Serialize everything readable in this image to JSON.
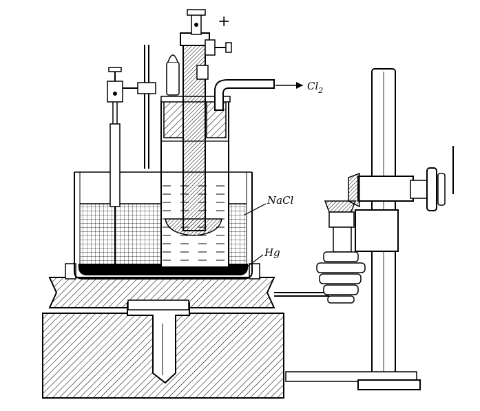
{
  "labels": {
    "anode_polarity": "+",
    "chlorine": "Cl",
    "chlorine_subscript": "2",
    "brine": "NaCl",
    "mercury": "Hg"
  },
  "colors": {
    "ink": "#000000",
    "paper": "#ffffff"
  }
}
